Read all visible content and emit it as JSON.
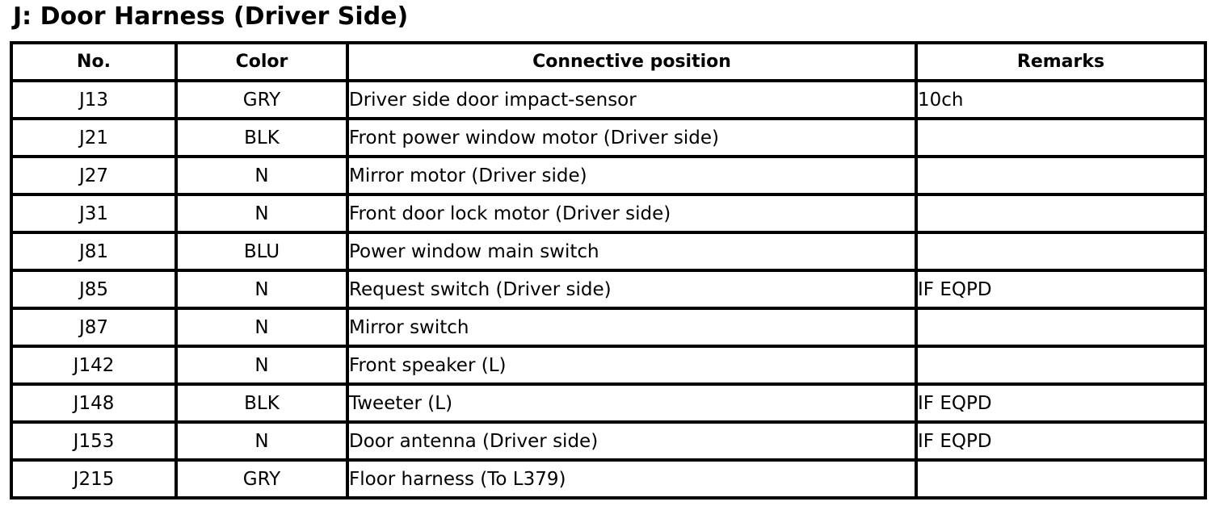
{
  "page": {
    "title": "J: Door Harness (Driver Side)"
  },
  "table": {
    "columns": [
      "No.",
      "Color",
      "Connective position",
      "Remarks"
    ],
    "rows": [
      {
        "no": "J13",
        "color": "GRY",
        "position": "Driver side door impact-sensor",
        "remarks": "10ch"
      },
      {
        "no": "J21",
        "color": "BLK",
        "position": "Front power window motor (Driver side)",
        "remarks": ""
      },
      {
        "no": "J27",
        "color": "N",
        "position": "Mirror motor (Driver side)",
        "remarks": ""
      },
      {
        "no": "J31",
        "color": "N",
        "position": "Front door lock motor (Driver side)",
        "remarks": ""
      },
      {
        "no": "J81",
        "color": "BLU",
        "position": "Power window main switch",
        "remarks": ""
      },
      {
        "no": "J85",
        "color": "N",
        "position": "Request switch (Driver side)",
        "remarks": "IF EQPD"
      },
      {
        "no": "J87",
        "color": "N",
        "position": "Mirror switch",
        "remarks": ""
      },
      {
        "no": "J142",
        "color": "N",
        "position": "Front speaker (L)",
        "remarks": ""
      },
      {
        "no": "J148",
        "color": "BLK",
        "position": "Tweeter (L)",
        "remarks": "IF EQPD"
      },
      {
        "no": "J153",
        "color": "N",
        "position": "Door antenna (Driver side)",
        "remarks": "IF EQPD"
      },
      {
        "no": "J215",
        "color": "GRY",
        "position": "Floor harness (To L379)",
        "remarks": ""
      }
    ]
  },
  "colors": {
    "border": "#000000",
    "text": "#000000",
    "background": "#ffffff"
  }
}
